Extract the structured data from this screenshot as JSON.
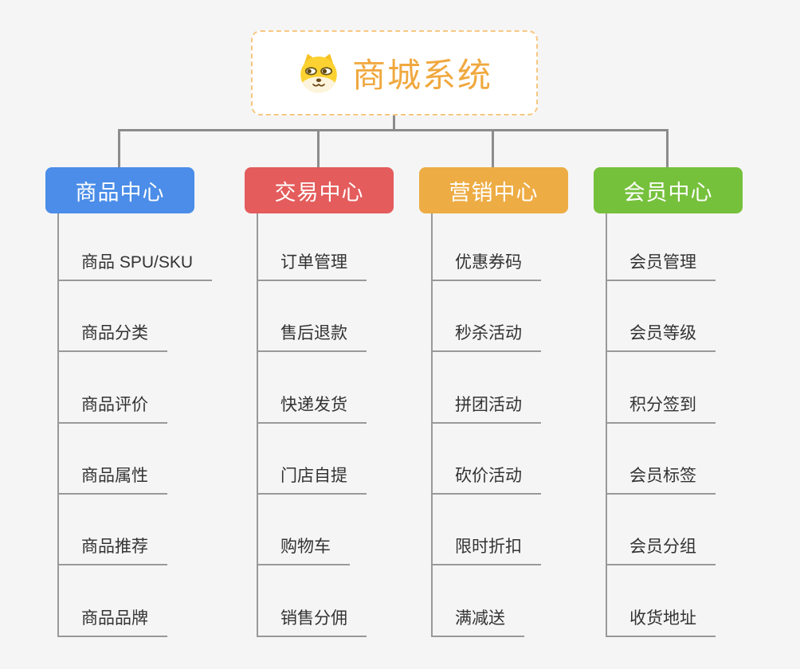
{
  "root": {
    "title": "商城系统",
    "icon": "doge-icon",
    "text_color": "#F0A83E",
    "border_color": "#F6C880"
  },
  "connector_color": "#8C8C8C",
  "line_color": "#999999",
  "background_color": "#F5F5F5",
  "branches": [
    {
      "label": "商品中心",
      "color": "#4B8DE8",
      "children": [
        "商品 SPU/SKU",
        "商品分类",
        "商品评价",
        "商品属性",
        "商品推荐",
        "商品品牌"
      ]
    },
    {
      "label": "交易中心",
      "color": "#E45C5C",
      "children": [
        "订单管理",
        "售后退款",
        "快递发货",
        "门店自提",
        "购物车",
        "销售分佣"
      ]
    },
    {
      "label": "营销中心",
      "color": "#EDAC44",
      "children": [
        "优惠券码",
        "秒杀活动",
        "拼团活动",
        "砍价活动",
        "限时折扣",
        "满减送"
      ]
    },
    {
      "label": "会员中心",
      "color": "#76C13C",
      "children": [
        "会员管理",
        "会员等级",
        "积分签到",
        "会员标签",
        "会员分组",
        "收货地址"
      ]
    }
  ]
}
